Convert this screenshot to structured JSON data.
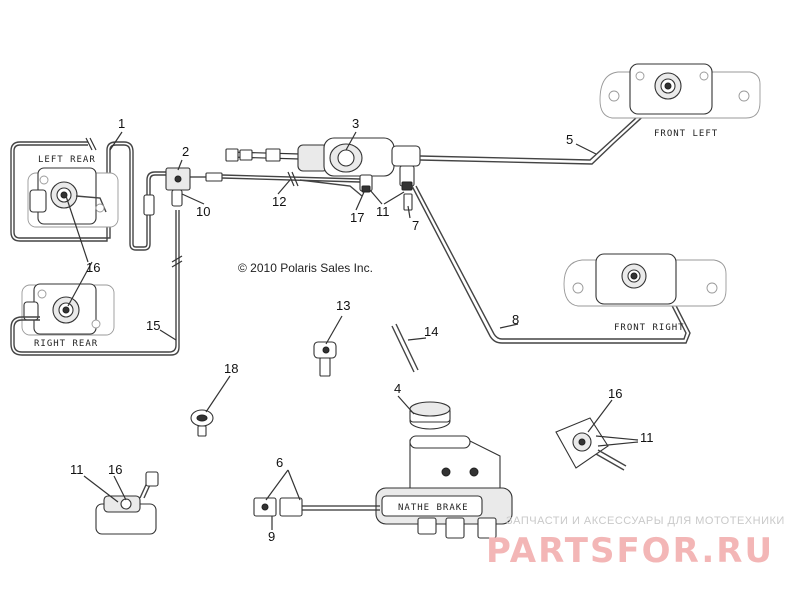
{
  "diagram": {
    "copyright": "© 2010 Polaris Sales Inc.",
    "captions": {
      "left_rear": "LEFT REAR",
      "right_rear": "RIGHT REAR",
      "front_left": "FRONT LEFT",
      "front_right": "FRONT RIGHT"
    },
    "callouts": {
      "c1": "1",
      "c2": "2",
      "c3": "3",
      "c4": "4",
      "c5": "5",
      "c6": "6",
      "c7": "7",
      "c8": "8",
      "c9": "9",
      "c10": "10",
      "c11a": "11",
      "c11b": "11",
      "c11c": "11",
      "c12": "12",
      "c13": "13",
      "c14": "14",
      "c15": "15",
      "c16a": "16",
      "c16b": "16",
      "c16c": "16",
      "c17": "17",
      "c18": "18"
    },
    "master_cylinder_label": "NATHE BRAKE"
  },
  "watermark": {
    "tagline": "ЗАПЧАСТИ И АКСЕССУАРЫ ДЛЯ МОТОТЕХНИКИ",
    "brand": "PARTSFOR.RU"
  }
}
